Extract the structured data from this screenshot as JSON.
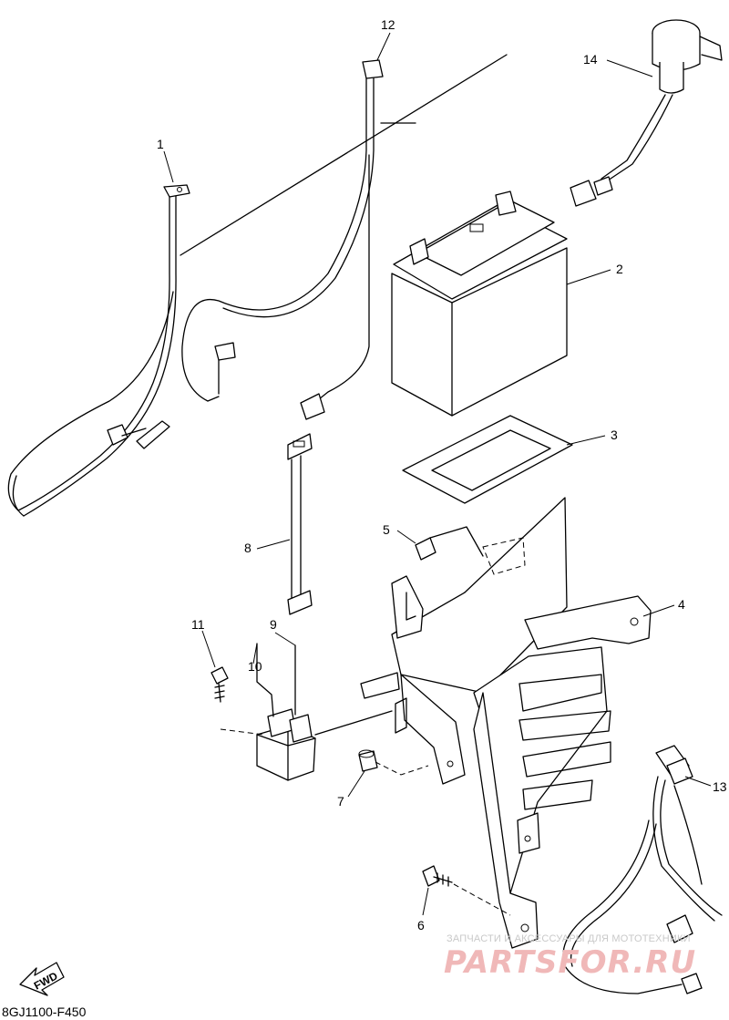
{
  "diagram": {
    "callouts": [
      {
        "id": "callout-1",
        "text": "1"
      },
      {
        "id": "callout-2",
        "text": "2"
      },
      {
        "id": "callout-3",
        "text": "3"
      },
      {
        "id": "callout-4",
        "text": "4"
      },
      {
        "id": "callout-5",
        "text": "5"
      },
      {
        "id": "callout-6",
        "text": "6"
      },
      {
        "id": "callout-7",
        "text": "7"
      },
      {
        "id": "callout-8",
        "text": "8"
      },
      {
        "id": "callout-9",
        "text": "9"
      },
      {
        "id": "callout-10",
        "text": "10"
      },
      {
        "id": "callout-11",
        "text": "11"
      },
      {
        "id": "callout-12",
        "text": "12"
      },
      {
        "id": "callout-13",
        "text": "13"
      },
      {
        "id": "callout-14",
        "text": "14"
      }
    ],
    "fwd_label": "FWD",
    "part_code": "8GJ1100-F450"
  },
  "watermark": {
    "tagline": "ЗАПЧАСТИ И АКСЕССУАРЫ ДЛЯ МОТОТЕХНИКИ",
    "brand": "PARTSFOR.RU",
    "color": "#f0b8b8"
  }
}
